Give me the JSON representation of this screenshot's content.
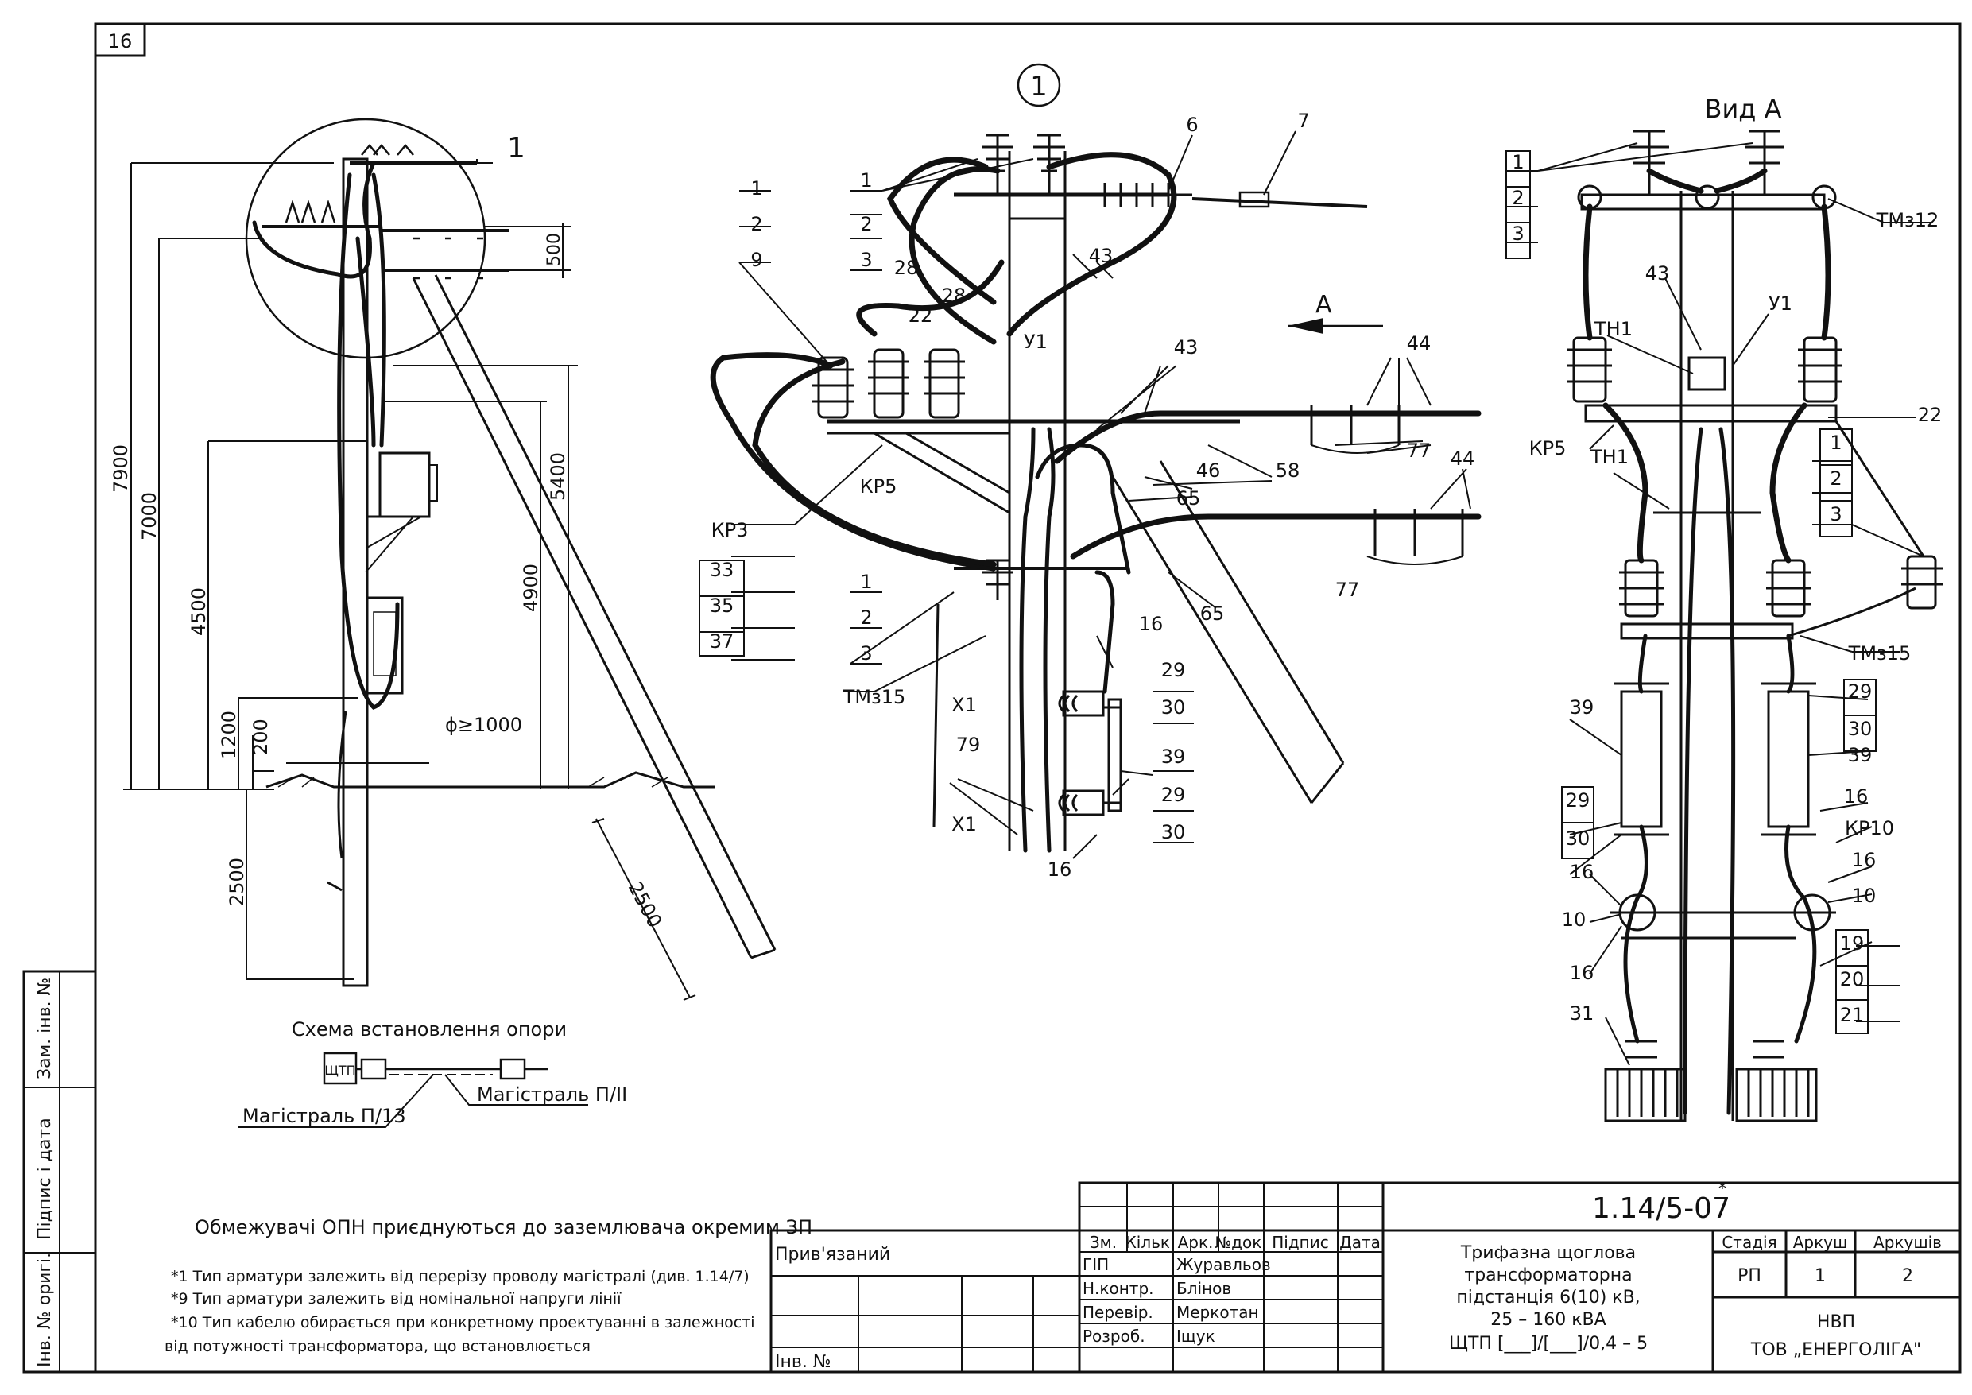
{
  "sheet": {
    "number": "16"
  },
  "left_view": {
    "detail_callout": "1",
    "dims": {
      "total_height": "7900",
      "h7000": "7000",
      "h5400": "5400",
      "h4900": "4900",
      "h4500": "4500",
      "h1200": "1200",
      "h200": "200",
      "h500": "500",
      "depth": "2500",
      "strut": "2500",
      "dia": "ϕ≥1000"
    }
  },
  "detail_view": {
    "title": "1",
    "direction": "A",
    "labels": {
      "l1a": "1",
      "l2a": "2",
      "l3a": "3",
      "m1": "1",
      "m2": "2",
      "m9": "9",
      "n6": "6",
      "n7": "7",
      "n28a": "28",
      "n28b": "28",
      "n22": "22",
      "n43a": "43",
      "n43b": "43",
      "u1": "У1",
      "kp5": "КР5",
      "kp3": "КР3",
      "n33": "33",
      "n35": "35",
      "n37": "37",
      "n44a": "44",
      "n44b": "44",
      "n77a": "77",
      "n77b": "77",
      "n46": "46",
      "n58": "58",
      "n65a": "65",
      "n65b": "65",
      "b1": "1",
      "b2": "2",
      "b3": "3",
      "tmz15": "ТМз15",
      "x1a": "Х1",
      "x1b": "Х1",
      "n79": "79",
      "n16a": "16",
      "n16b": "16",
      "n29a": "29",
      "n30a": "30",
      "n39": "39",
      "n29b": "29",
      "n30b": "30"
    }
  },
  "right_view": {
    "title": "Вид А",
    "labels": {
      "r1": "1",
      "r2": "2",
      "r3": "3",
      "tmz12": "ТМз12",
      "n43": "43",
      "u1": "У1",
      "tn1a": "ТН1",
      "tn1b": "ТН1",
      "kp5": "КР5",
      "n22": "22",
      "s1": "1",
      "s2": "2",
      "s3": "3",
      "tmz15": "ТМз15",
      "n39a": "39",
      "n29a": "29",
      "n30a": "30",
      "n29b": "29",
      "n30b": "30",
      "n39b": "39",
      "n16a": "16",
      "kp10": "КР10",
      "n16b": "16",
      "n10a": "10",
      "n10b": "10",
      "n16c": "16",
      "n16d": "16",
      "n19": "19",
      "n20": "20",
      "n21": "21",
      "n31": "31"
    }
  },
  "schema": {
    "title": "Схема встановлення опори",
    "box": "ЩТП",
    "main1": "Магістраль П/13",
    "main2": "Магістраль П/ІІ"
  },
  "notes": {
    "main": "Обмежувачі ОПН приєднуються до заземлювача окремим ЗП",
    "n1": "*1 Тип арматури залежить від перерізу проводу магістралі (див. 1.14/7)",
    "n9": "*9 Тип арматури залежить від номінальної напруги лінії",
    "n10": "*10 Тип кабелю обирається при конкретному проектуванні в залежності",
    "n10b": "від потужності трансформатора, що встановлюється"
  },
  "side_stamp": {
    "inv_podl": "Інв. № оригі.",
    "sign_date": "Підпис і дата",
    "zam_inv": "Зам. інв. №"
  },
  "titleblock": {
    "code": "1.14/5-07",
    "code_mark": "*",
    "bound": "Прив'язаний",
    "inv": "Інв. №",
    "col_zm": "Зм.",
    "col_kilk": "Кільк.",
    "col_ark": "Арк.",
    "col_ndoc": "№док.",
    "col_sign": "Підпис",
    "col_date": "Дата",
    "role1": "ГІП",
    "name1": "Журавльов",
    "role2": "Н.контр.",
    "name2": "Блінов",
    "role3": "Перевір.",
    "name3": "Меркотан",
    "role4": "Розроб.",
    "name4": "Іщук",
    "desc1": "Трифазна щоглова",
    "desc2": "трансформаторна",
    "desc3": "підстанція 6(10) кВ,",
    "desc4": "25 – 160 кВА",
    "desc5": "ЩТП [___]/[___]/0,4 – 5",
    "stage_h": "Стадія",
    "sheet_h": "Аркуш",
    "sheets_h": "Аркушів",
    "stage": "РП",
    "sheet": "1",
    "sheets": "2",
    "org1": "НВП",
    "org2": "ТОВ „ЕНЕРГОЛІГА\""
  }
}
